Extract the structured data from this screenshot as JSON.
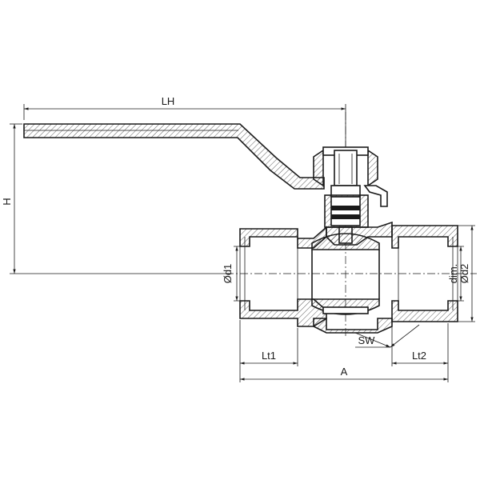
{
  "labels": {
    "lh": "LH",
    "h": "H",
    "od1": "Ød1",
    "od2": "Ød2",
    "dim": "dim.",
    "sw": "SW",
    "lt1": "Lt1",
    "lt2": "Lt2",
    "a": "A"
  },
  "colors": {
    "line": "#1a1a1a",
    "background": "#ffffff"
  }
}
